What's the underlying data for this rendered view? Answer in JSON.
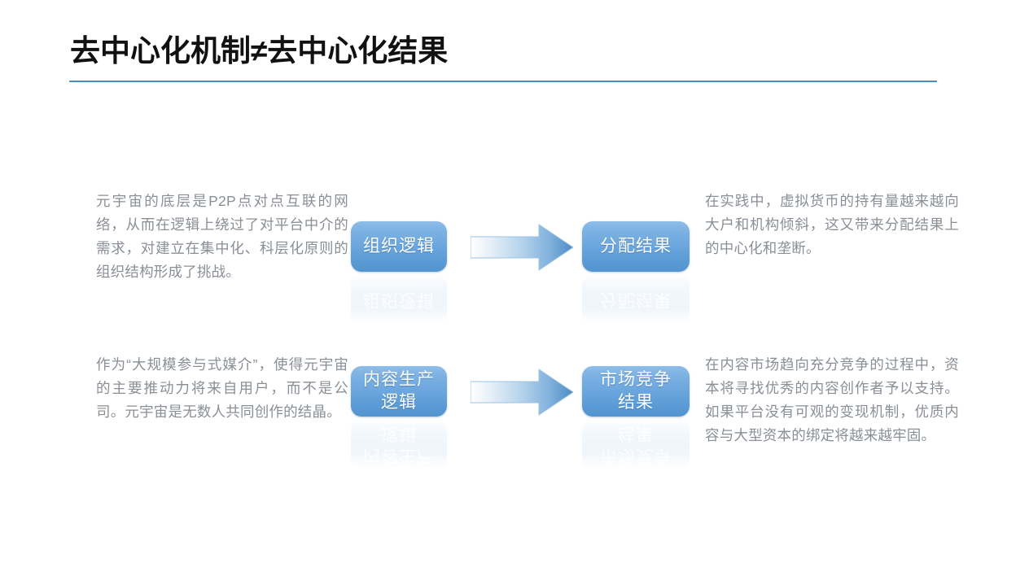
{
  "slide": {
    "title": "去中心化机制≠去中心化结果",
    "accent_color": "#4a8ec2",
    "box_color": "#5b9bd5",
    "text_color": "#8a8f96",
    "background": "#ffffff"
  },
  "paragraphs": {
    "left_top": "元宇宙的底层是P2P点对点互联的网络，从而在逻辑上绕过了对平台中介的需求，对建立在集中化、科层化原则的组织结构形成了挑战。",
    "left_bottom": "作为“大规模参与式媒介”，使得元宇宙的主要推动力将来自用户，而不是公司。元宇宙是无数人共同创作的结晶。",
    "right_top": "在实践中，虚拟货币的持有量越来越向大户和机构倾斜，这又带来分配结果上的中心化和垄断。",
    "right_bottom": "在内容市场趋向充分竞争的过程中，资本将寻找优秀的内容创作者予以支持。如果平台没有可观的变现机制，优质内容与大型资本的绑定将越来越牢固。"
  },
  "boxes": {
    "org_logic": "组织逻辑",
    "alloc_result": "分配结果",
    "content_logic": "内容生产\n逻辑",
    "market_result": "市场竞争\n结果"
  },
  "arrows": {
    "top_label": "arrow-right",
    "bottom_label": "arrow-right"
  }
}
